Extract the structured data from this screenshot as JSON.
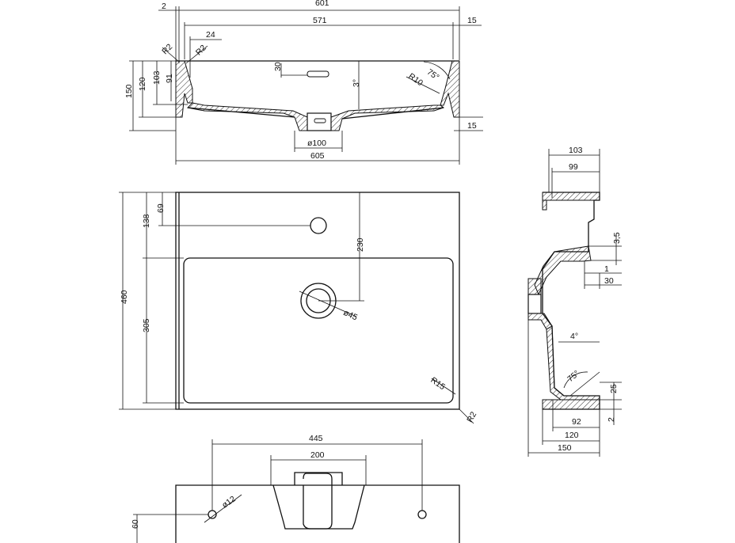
{
  "top_section": {
    "dims": {
      "d2": "2",
      "d601": "601",
      "d571": "571",
      "d24": "24",
      "d15_top": "15",
      "r2a": "R2",
      "r2b": "R2",
      "d30": "30",
      "d3deg": "3°",
      "r10": "R10",
      "d75": "75°",
      "d150": "150",
      "d120": "120",
      "d103": "103",
      "d91": "91",
      "d15_bottom": "15",
      "dia100": "ø100",
      "d605": "605"
    }
  },
  "plan_view": {
    "dims": {
      "d69": "69",
      "d138": "138",
      "d460": "460",
      "d305": "305",
      "d230": "230",
      "dia45": "ø45",
      "r15": "R15",
      "r2": "R2"
    }
  },
  "side_section": {
    "dims": {
      "d103": "103",
      "d99": "99",
      "d3_5": "3,5",
      "d1": "1",
      "d30": "30",
      "d4deg": "4°",
      "d75": "75°",
      "d25": "25",
      "d2": "2",
      "d92": "92",
      "d120": "120",
      "d150": "150"
    }
  },
  "front_view": {
    "dims": {
      "d445": "445",
      "d200": "200",
      "dia12": "ø12",
      "d60": "60"
    }
  }
}
